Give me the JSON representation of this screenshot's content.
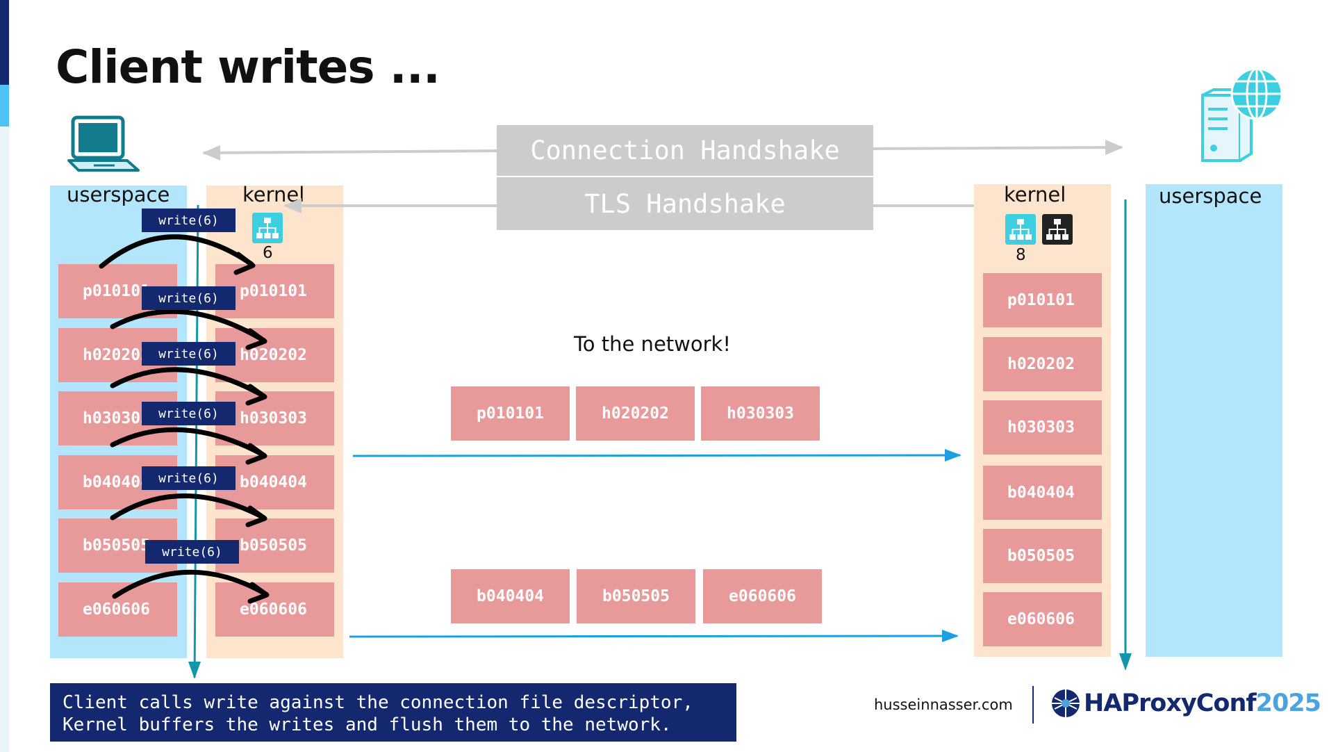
{
  "title": "Client writes ...",
  "colors": {
    "userspace": "#b3e5fc",
    "kernel": "#fde5cd",
    "packet": "#e89a9a",
    "handshake": "#cccccc",
    "write_tag": "#13286f",
    "flow_arrow": "#1a9fe0",
    "time_arrow": "#1296a8",
    "fd_icon_active": "#3dcfe0",
    "fd_icon_dark": "#222222",
    "accent_top": "#13286f",
    "accent_mid": "#4fc3f7"
  },
  "client": {
    "userspace_label": "userspace",
    "kernel_label": "kernel",
    "userspace_packets": [
      "p010101",
      "h020202",
      "h030303",
      "b040404",
      "b050505",
      "e060606"
    ],
    "kernel_packets": [
      "p010101",
      "h020202",
      "h030303",
      "b040404",
      "b050505",
      "e060606"
    ],
    "fd_number": "6",
    "write_label": "write(6)"
  },
  "server": {
    "kernel_label": "kernel",
    "userspace_label": "userspace",
    "fd_number": "8",
    "kernel_packets": [
      "p010101",
      "h020202",
      "h030303",
      "b040404",
      "b050505",
      "e060606"
    ]
  },
  "handshakes": {
    "connection": "Connection Handshake",
    "tls": "TLS Handshake"
  },
  "network": {
    "label": "To the network!",
    "batch1": [
      "p010101",
      "h020202",
      "h030303"
    ],
    "batch2": [
      "b040404",
      "b050505",
      "e060606"
    ]
  },
  "caption": {
    "line1": "Client calls write against the connection file descriptor,",
    "line2": "Kernel buffers the writes and flush them to the network."
  },
  "footer": {
    "site": "husseinnasser.com",
    "brand_name": "HAProxyConf",
    "brand_year": "2025"
  },
  "icons": {
    "client": "laptop-icon",
    "server": "server-globe-icon",
    "fd": "network-hierarchy-icon",
    "brand": "haproxy-logo-icon"
  }
}
